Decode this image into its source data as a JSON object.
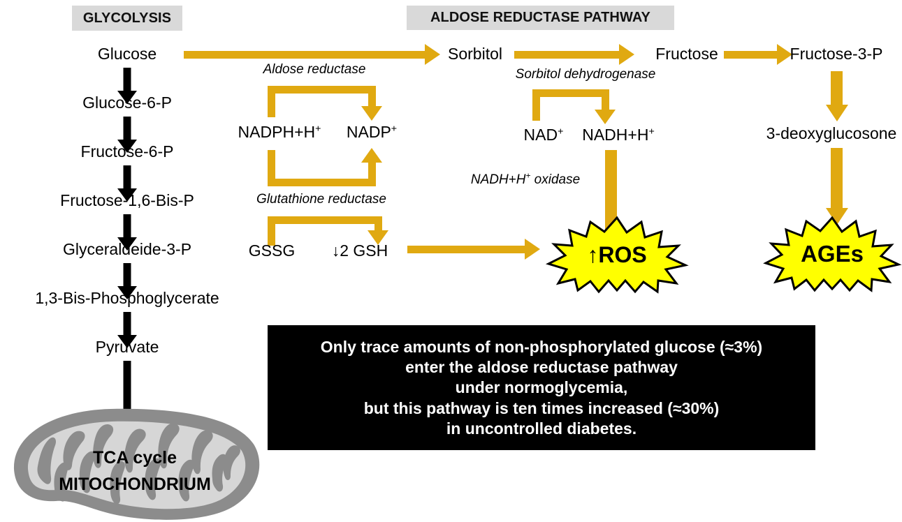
{
  "headers": {
    "glycolysis": "GLYCOLYSIS",
    "aldose": "ALDOSE REDUCTASE PATHWAY"
  },
  "glycolysis_chain": [
    "Glucose",
    "Glucose-6-P",
    "Fructose-6-P",
    "Fructose-1,6-Bis-P",
    "Glyceraldeide-3-P",
    "1,3-Bis-Phosphoglycerate",
    "Pyruvate"
  ],
  "mitochondrion": {
    "tca_label": "TCA cycle",
    "organelle_label": "MITOCHONDRIUM"
  },
  "aldose_pathway": {
    "sorbitol": "Sorbitol",
    "fructose": "Fructose",
    "fructose_3_p": "Fructose-3-P",
    "deoxyglucosone": "3-deoxyglucosone"
  },
  "enzymes": {
    "aldose_reductase": "Aldose reductase",
    "glutathione_reductase": "Glutathione reductase",
    "sorbitol_dehydrogenase": "Sorbitol dehydrogenase",
    "nadh_oxidase_pre": "NADH+H",
    "nadh_oxidase_sup": "+",
    "nadh_oxidase_post": " oxidase"
  },
  "cofactors": {
    "nadph": "NADPH+H",
    "nadph_sup": "+",
    "nadp": "NADP",
    "nadp_sup": "+",
    "nad": "NAD",
    "nad_sup": "+",
    "nadh": "NADH+H",
    "nadh_sup": "+"
  },
  "glutathione": {
    "gssg": "GSSG",
    "gsh": "↓2 GSH"
  },
  "outcomes": {
    "ros": "↑ROS",
    "ages": "AGEs"
  },
  "info_box": {
    "lines": [
      "Only trace amounts of non-phosphorylated glucose (≈3%)",
      "enter the aldose reductase pathway",
      "under normoglycemia,",
      "but this pathway is ten times increased (≈30%)",
      "in uncontrolled diabetes."
    ]
  },
  "colors": {
    "gold": "#e0a911",
    "burst_fill": "#ffff00",
    "header_bg": "#d9d9d9",
    "box_bg": "#000000",
    "mito_outer": "#8c8c8c",
    "mito_inner": "#d6d6d6"
  }
}
